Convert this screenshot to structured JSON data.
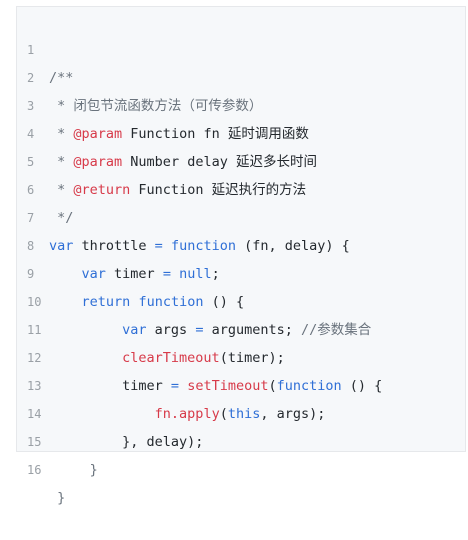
{
  "code": {
    "lines": [
      {
        "num": "1",
        "segments": [
          "/**"
        ]
      },
      {
        "num": "2",
        "segments": [
          " * 闭包节流函数方法（可传参数）"
        ]
      },
      {
        "num": "3",
        "segments": [
          " * ",
          "@param",
          " Function fn 延时调用函数"
        ]
      },
      {
        "num": "4",
        "segments": [
          " * ",
          "@param",
          " Number delay 延迟多长时间"
        ]
      },
      {
        "num": "5",
        "segments": [
          " * ",
          "@return",
          " Function 延迟执行的方法"
        ]
      },
      {
        "num": "6",
        "segments": [
          " */"
        ]
      },
      {
        "num": "7",
        "segments": [
          "var",
          " throttle ",
          "=",
          " ",
          "function",
          " (fn, delay) {"
        ]
      },
      {
        "num": "8",
        "segments": [
          "    ",
          "var",
          " timer ",
          "=",
          " ",
          "null",
          ";"
        ]
      },
      {
        "num": "9",
        "segments": [
          "    ",
          "return",
          " ",
          "function",
          " () {"
        ]
      },
      {
        "num": "10",
        "segments": [
          "         ",
          "var",
          " args ",
          "=",
          " arguments; ",
          "//参数集合"
        ]
      },
      {
        "num": "11",
        "segments": [
          "         ",
          "clearTimeout",
          "(timer);"
        ]
      },
      {
        "num": "12",
        "segments": [
          "         timer ",
          "=",
          " ",
          "setTimeout",
          "(",
          "function",
          " () {"
        ]
      },
      {
        "num": "13",
        "segments": [
          "             ",
          "fn.apply",
          "(",
          "this",
          ", args);"
        ]
      },
      {
        "num": "14",
        "segments": [
          "         }, delay);"
        ]
      },
      {
        "num": "15",
        "segments": [
          "     }"
        ]
      },
      {
        "num": "16",
        "segments": [
          " }"
        ]
      }
    ]
  }
}
